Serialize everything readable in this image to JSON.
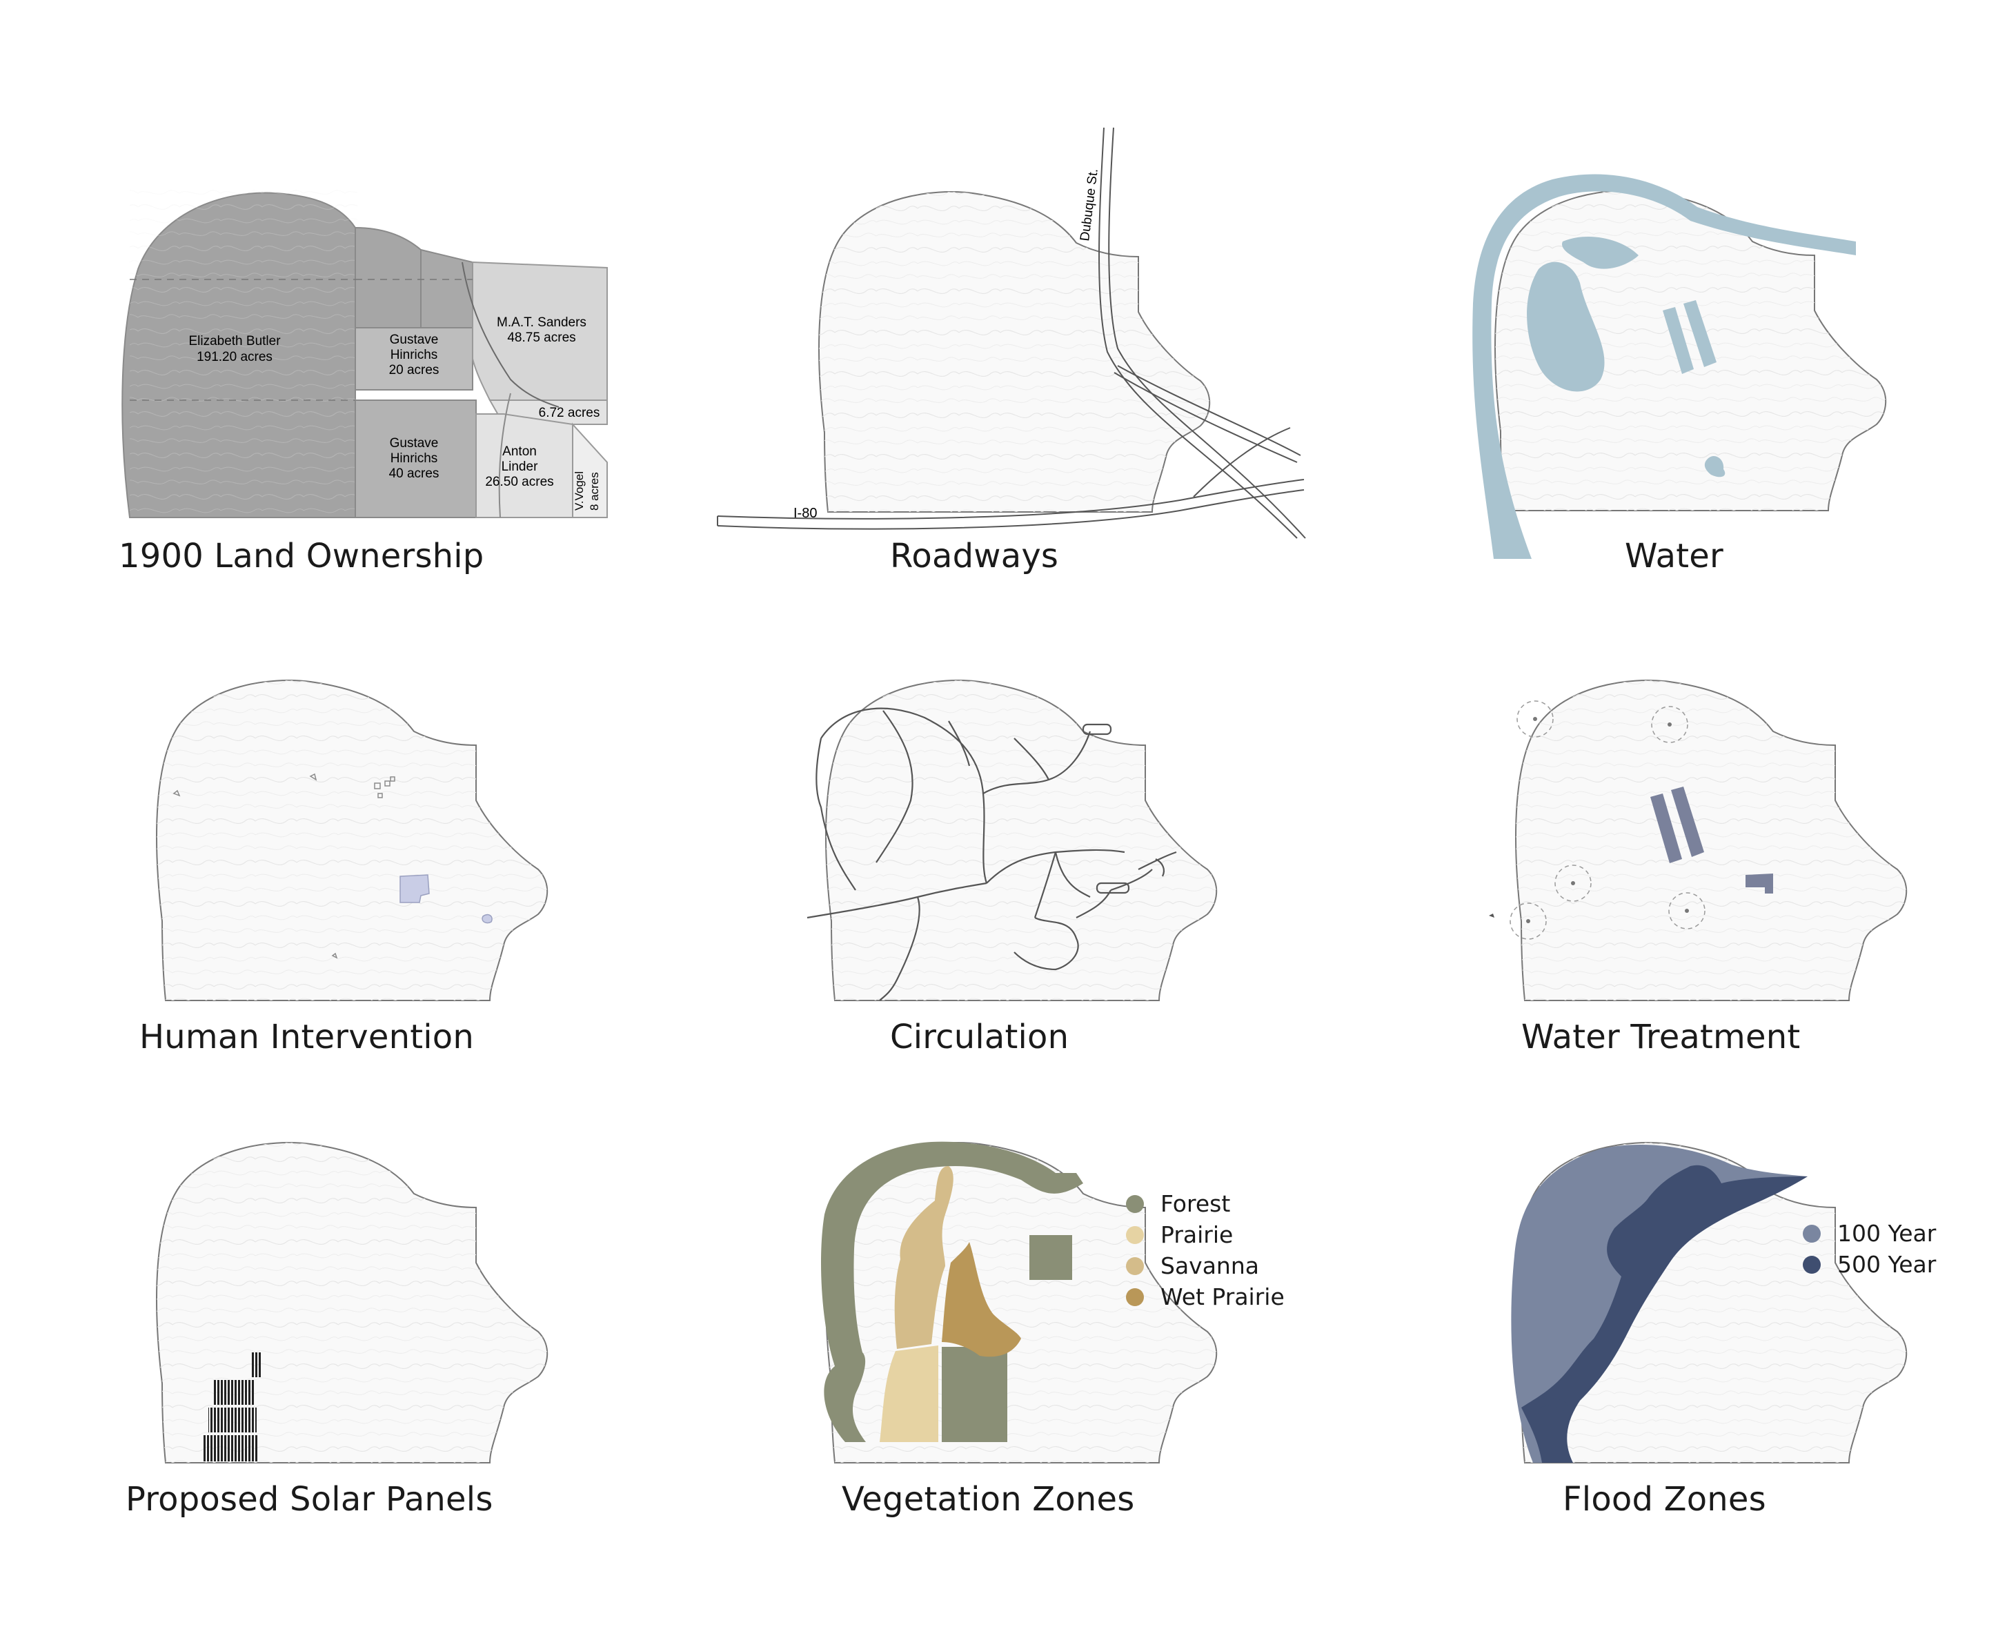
{
  "panels": {
    "ownership": {
      "caption": "1900 Land Ownership",
      "parcels": [
        {
          "owner": "Elizabeth Butler",
          "area": "191.20 acres"
        },
        {
          "owner": "Gustave",
          "owner2": "Hinrichs",
          "area": "20 acres"
        },
        {
          "owner": "M.A.T. Sanders",
          "area": "48.75 acres"
        },
        {
          "owner": "Gustave",
          "owner2": "Hinrichs",
          "area": "40 acres"
        },
        {
          "owner": "",
          "area": "6.72 acres"
        },
        {
          "owner": "Anton",
          "owner2": "Linder",
          "area": "26.50 acres"
        },
        {
          "owner": "V.Vogel",
          "area": "8 acres"
        }
      ]
    },
    "roadways": {
      "caption": "Roadways",
      "roads": [
        "Dubuque St.",
        "I-80"
      ]
    },
    "water": {
      "caption": "Water"
    },
    "human": {
      "caption": "Human Intervention"
    },
    "circulation": {
      "caption": "Circulation"
    },
    "treatment": {
      "caption": "Water Treatment"
    },
    "solar": {
      "caption": "Proposed Solar Panels"
    },
    "vegetation": {
      "caption": "Vegetation Zones",
      "legend": [
        {
          "label": "Forest",
          "color": "#8a8f76"
        },
        {
          "label": "Prairie",
          "color": "#e6d3a3"
        },
        {
          "label": "Savanna",
          "color": "#d4bc8a"
        },
        {
          "label": "Wet Prairie",
          "color": "#b99758"
        }
      ]
    },
    "flood": {
      "caption": "Flood Zones",
      "legend": [
        {
          "label": "100 Year",
          "color": "#7a86a0"
        },
        {
          "label": "500 Year",
          "color": "#3f4e70"
        }
      ]
    }
  }
}
